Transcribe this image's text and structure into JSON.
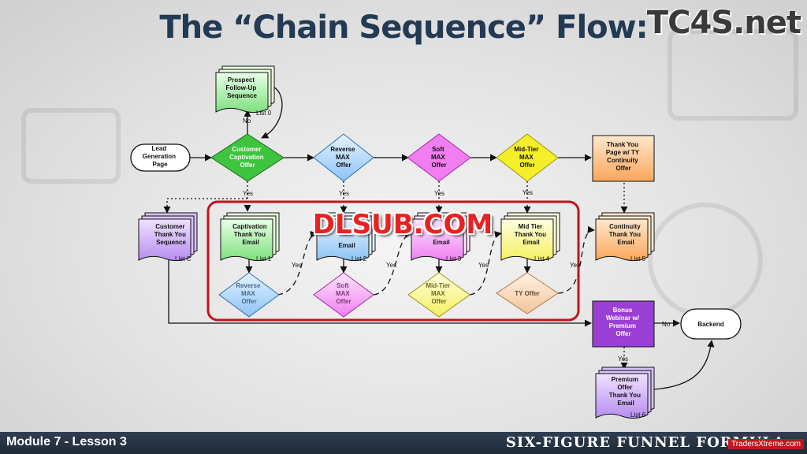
{
  "title": "The “Chain Sequence” Flow:",
  "logo": "TC4S.net",
  "watermark": "DLSUB.COM",
  "footer": {
    "module": "Module 7 - Lesson 3",
    "brand": "SIX-FIGURE FUNNEL FORMULA",
    "site": "TradersXtreme.com"
  },
  "nodes": {
    "lead": [
      "Lead",
      "Generation",
      "Page"
    ],
    "prospect": [
      "Prospect",
      "Follow-Up",
      "Sequence"
    ],
    "cc_offer": [
      "Customer",
      "Captivation",
      "Offer"
    ],
    "rev_offer": [
      "Reverse",
      "MAX",
      "Offer"
    ],
    "soft_offer": [
      "Soft",
      "MAX",
      "Offer"
    ],
    "mid_offer": [
      "Mid-Tier",
      "MAX",
      "Offer"
    ],
    "ty_page": [
      "Thank You",
      "Page w/ TY",
      "Continuity",
      "Offer"
    ],
    "cust_ty": [
      "Customer",
      "Thank You",
      "Sequence"
    ],
    "capt_email": [
      "Captivation",
      "Thank You",
      "Email"
    ],
    "rev_email": [
      "Email"
    ],
    "soft_email": [
      "Email"
    ],
    "mid_email": [
      "Mid Tier",
      "Thank You",
      "Email"
    ],
    "cont_email": [
      "Continuity",
      "Thank You",
      "Email"
    ],
    "rev_offer2": [
      "Reverse",
      "MAX",
      "Offer"
    ],
    "soft_offer2": [
      "Soft",
      "MAX",
      "Offer"
    ],
    "mid_offer2": [
      "Mid-Tier",
      "MAX",
      "Offer"
    ],
    "ty_offer": [
      "TY Offer"
    ],
    "bonus": [
      "Bonus",
      "Webinar w/",
      "Premium",
      "Offer"
    ],
    "backend": [
      "Backend"
    ],
    "premium": [
      "Premium",
      "Offer",
      "Thank You",
      "Email"
    ]
  },
  "edge_labels": {
    "no": "No",
    "yes": "Yes"
  },
  "list_labels": {
    "list0": "List 0",
    "list1": "List 1",
    "list2": "List 2",
    "list3": "List 3",
    "list4": "List 4",
    "list5": "List 5",
    "list6": "List 6",
    "listC": "List C"
  },
  "colors": {
    "green": "#7ee07e",
    "blue": "#8cc3f5",
    "pink": "#f07ef0",
    "yellow": "#f5f060",
    "orange": "#fba65a",
    "purple": "#b88cf0",
    "red_box": "#c4121c"
  }
}
